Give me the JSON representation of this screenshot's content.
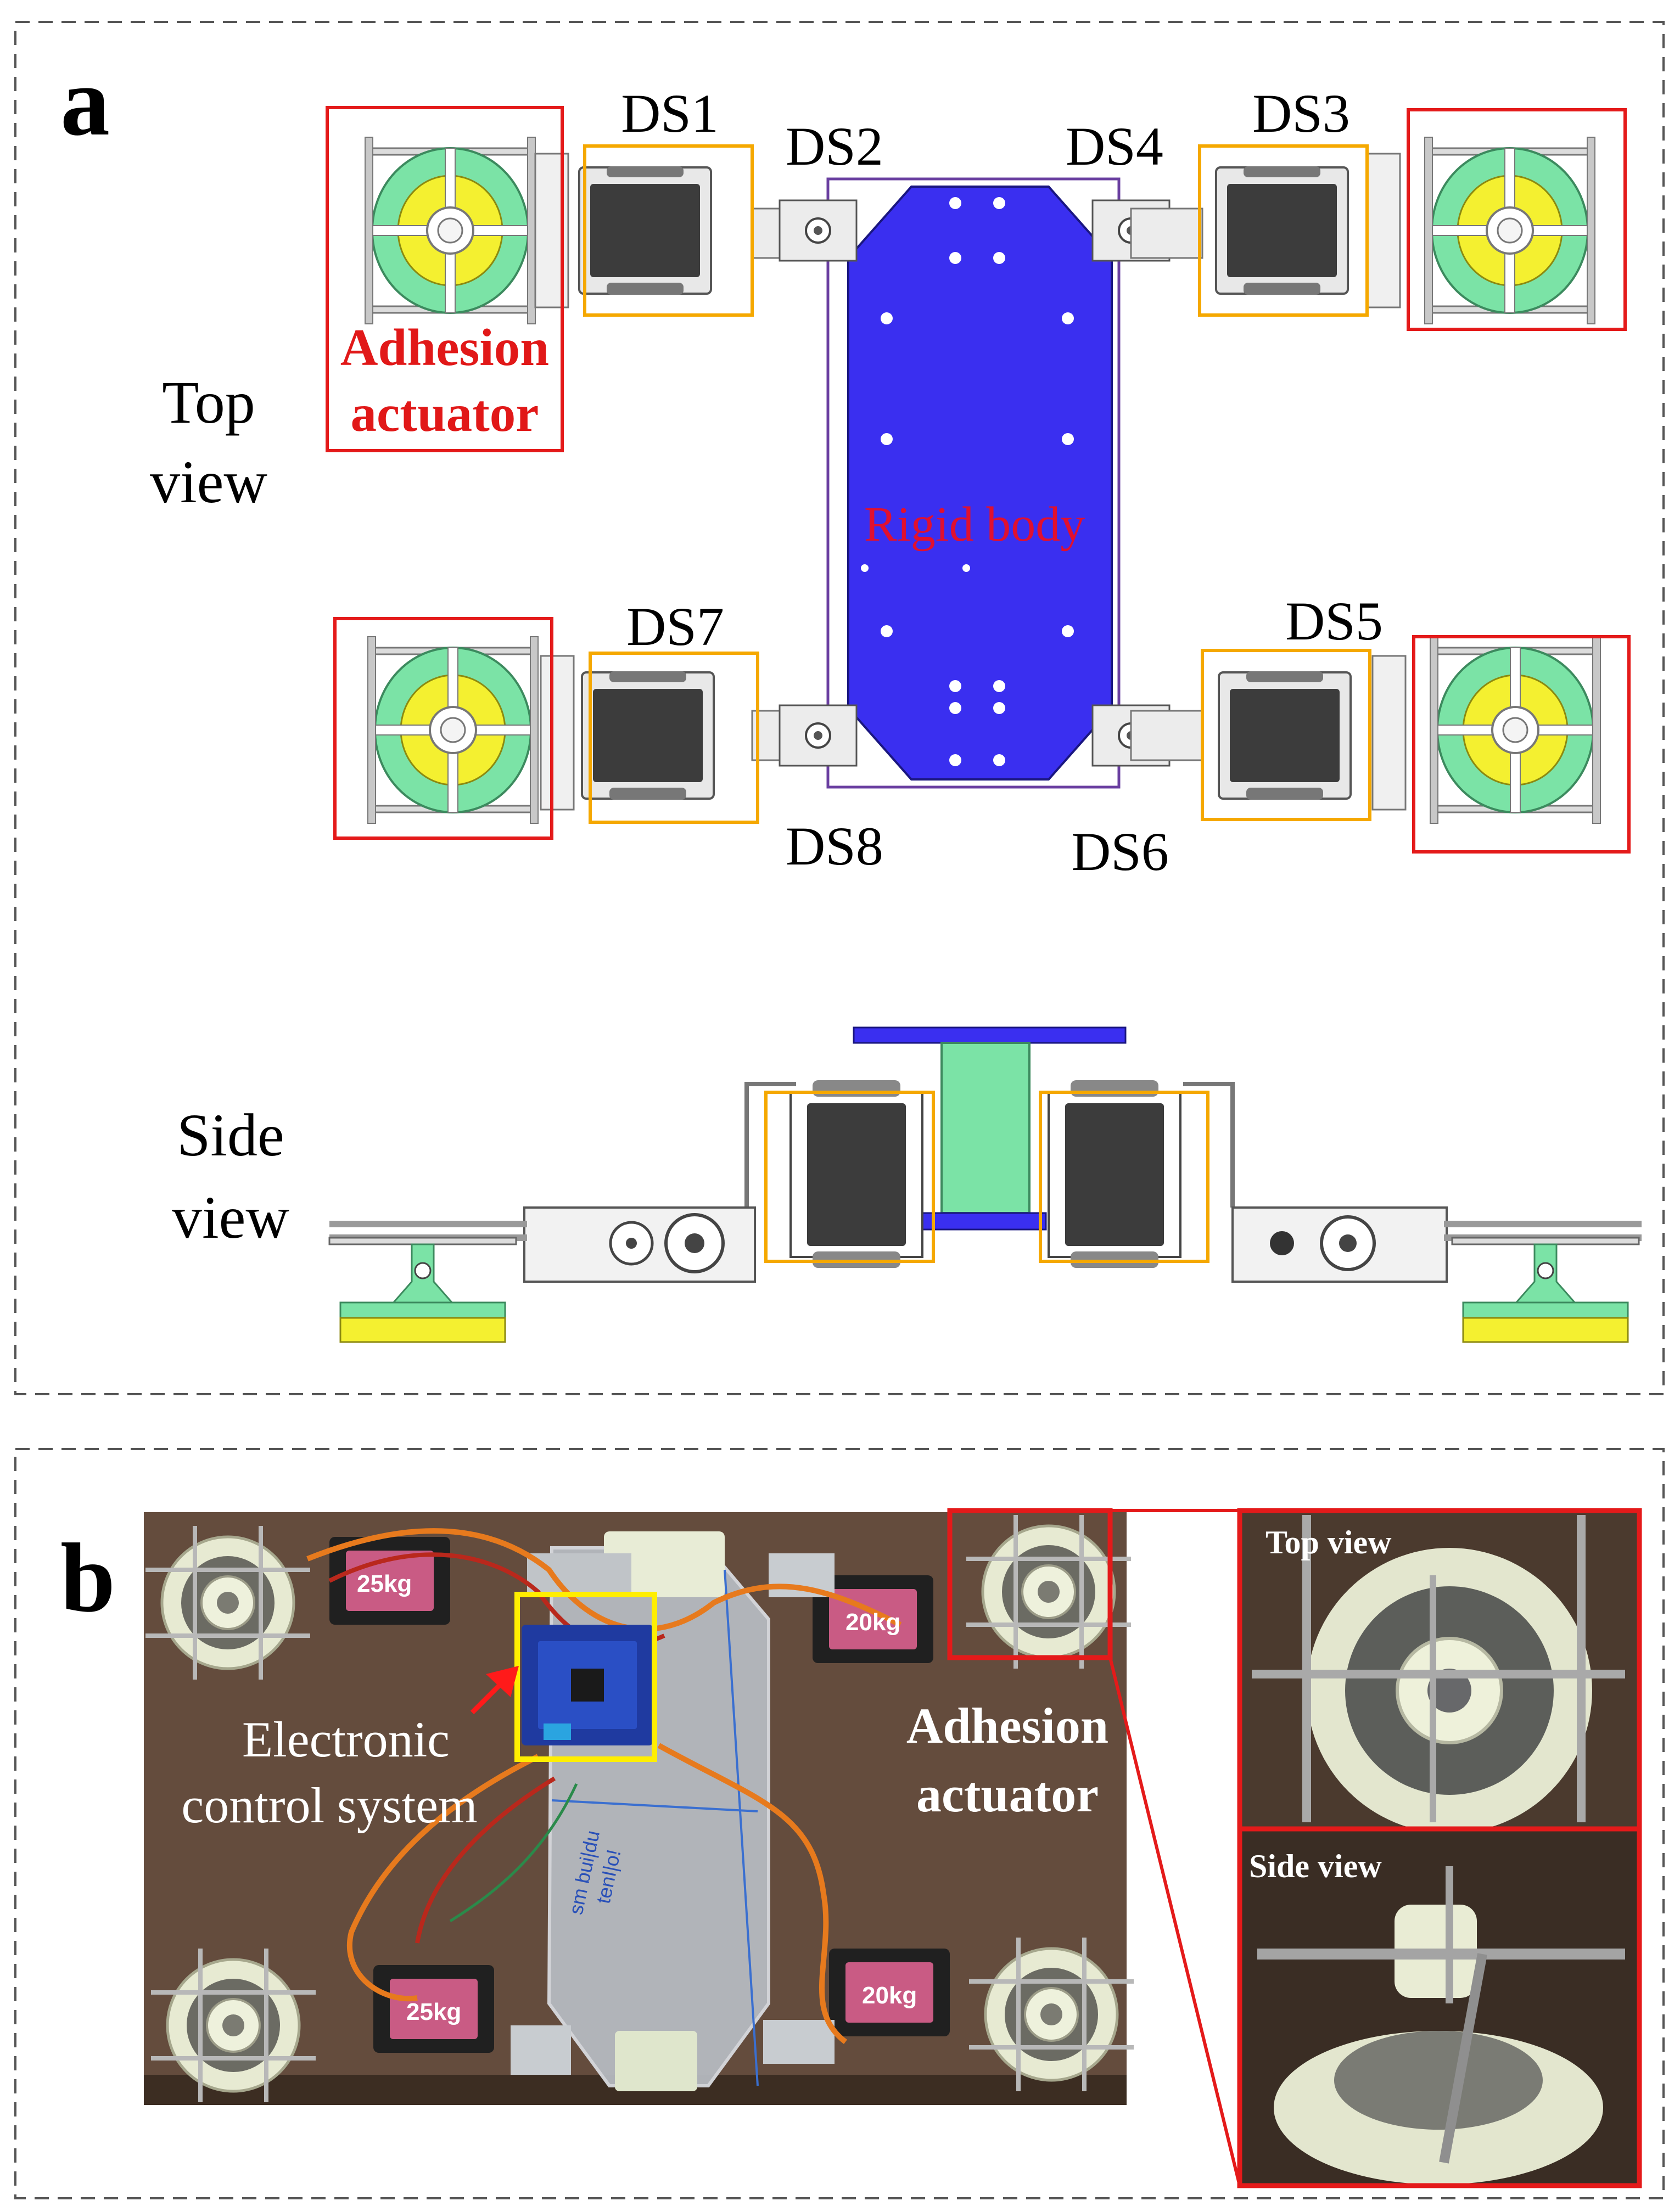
{
  "panel_a": {
    "letter": "a",
    "top_view_label": [
      "Top",
      "view"
    ],
    "side_view_label": [
      "Side",
      "view"
    ],
    "adhesion_label": [
      "Adhesion",
      "actuator"
    ],
    "rigid_body_label": "Rigid body",
    "servo_labels": [
      "DS1",
      "DS2",
      "DS3",
      "DS4",
      "DS5",
      "DS6",
      "DS7",
      "DS8"
    ]
  },
  "panel_b": {
    "letter": "b",
    "electronic_label": [
      "Electronic",
      "control system"
    ],
    "adhesion_label": [
      "Adhesion",
      "actuator"
    ],
    "inset_top_label": "Top view",
    "inset_side_label": "Side view",
    "servo_stickers": [
      "25kg",
      "20kg",
      "25kg",
      "20kg"
    ],
    "board_text": [
      "sm bui|du",
      "tenI|o!"
    ]
  },
  "colors": {
    "red_box": "#e41a1a",
    "orange_box": "#f5a800",
    "purple_box": "#6a3fa0",
    "body_blue": "#3a2ff0",
    "foot_green": "#7be3a6",
    "foot_yellow": "#f4f030",
    "servo_dark": "#3c3c3c",
    "control_box": "#ffee00"
  }
}
